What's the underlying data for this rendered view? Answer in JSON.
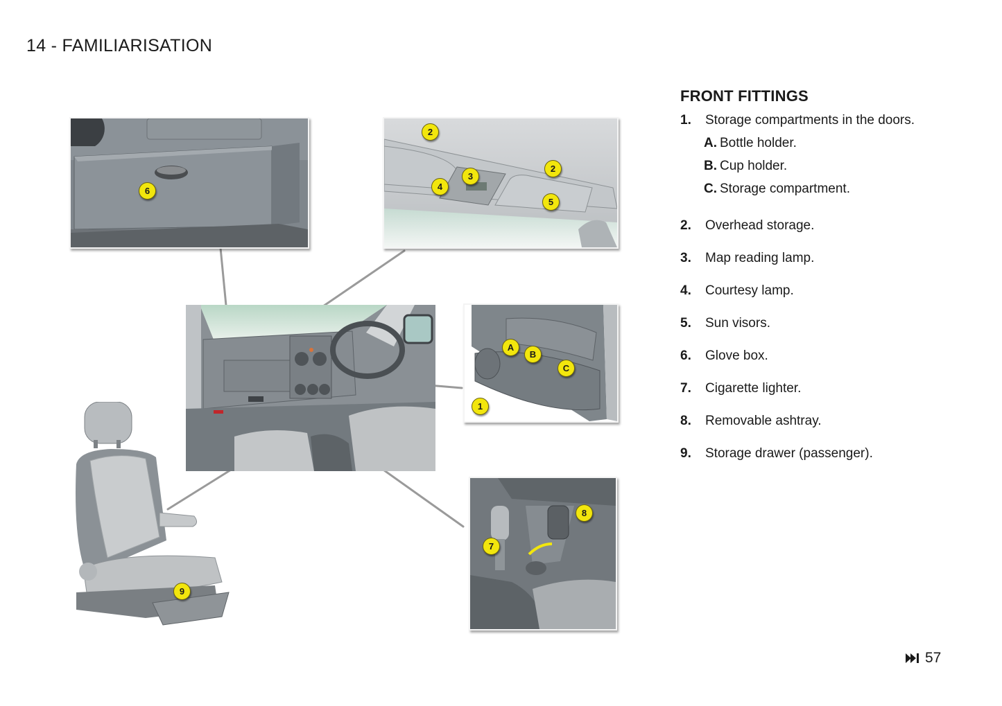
{
  "page": {
    "header": "14 - FAMILIARISATION",
    "page_number": "57",
    "next_icon": "skip-forward-icon"
  },
  "section": {
    "title": "FRONT FITTINGS",
    "items": [
      {
        "num": "1.",
        "text": "Storage compartments in the doors.",
        "subitems": [
          {
            "letter": "A.",
            "text": "Bottle holder."
          },
          {
            "letter": "B.",
            "text": "Cup holder."
          },
          {
            "letter": "C.",
            "text": "Storage compartment."
          }
        ]
      },
      {
        "num": "2.",
        "text": "Overhead storage."
      },
      {
        "num": "3.",
        "text": "Map reading lamp."
      },
      {
        "num": "4.",
        "text": "Courtesy lamp."
      },
      {
        "num": "5.",
        "text": "Sun visors."
      },
      {
        "num": "6.",
        "text": "Glove box."
      },
      {
        "num": "7.",
        "text": "Cigarette lighter."
      },
      {
        "num": "8.",
        "text": "Removable ashtray."
      },
      {
        "num": "9.",
        "text": "Storage drawer (passenger)."
      }
    ]
  },
  "illustrations": {
    "badge_color": "#f2e60d",
    "glovebox": {
      "callouts": [
        "6"
      ]
    },
    "overhead": {
      "callouts": [
        "2",
        "2",
        "3",
        "4",
        "5"
      ]
    },
    "door": {
      "callouts": [
        "A",
        "B",
        "C",
        "1"
      ]
    },
    "console": {
      "callouts": [
        "8",
        "7"
      ]
    },
    "seat": {
      "callouts": [
        "9"
      ]
    }
  }
}
